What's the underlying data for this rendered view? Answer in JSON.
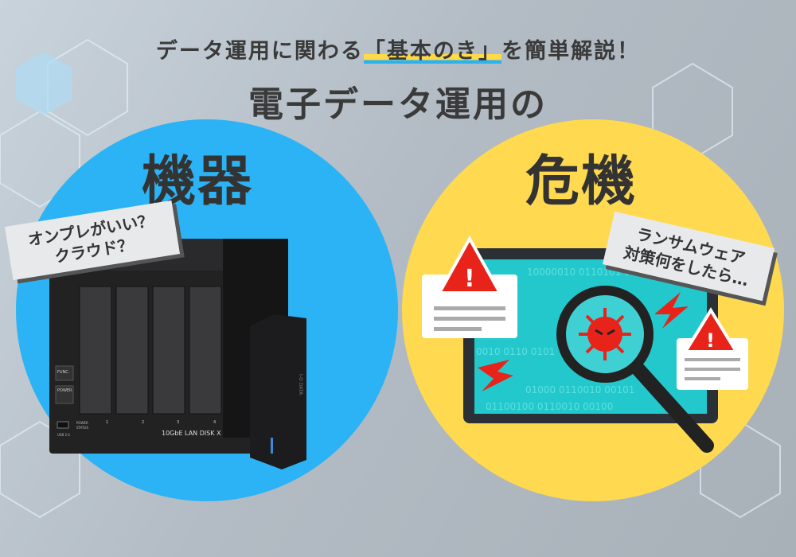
{
  "subtitle": {
    "before": "データ運用に関わる",
    "highlight": "「基本のき」",
    "after": "を簡単解説！"
  },
  "title": "電子データ運用の",
  "left": {
    "heading": "機器",
    "bubble_line1": "オンプレがいい？",
    "bubble_line2": "クラウド？",
    "device": {
      "func_label": "FUNC.",
      "power_label": "POWER",
      "led_power": "POWER",
      "led_status": "STATUS",
      "usb_label": "USB 2.0",
      "brand": "10GbE LAN DISK X",
      "bays": [
        "1",
        "2",
        "3",
        "4"
      ],
      "hdd_brand": "I-O DATA"
    }
  },
  "right": {
    "heading": "危機",
    "bubble_line1": "ランサムウェア",
    "bubble_line2": "対策何をしたら…",
    "binary": [
      "10000010 0110101 01101",
      "0010 0110 0101",
      "01000 0110010 00101",
      "01100100 0110010 00100"
    ]
  },
  "colors": {
    "blue": "#2bb3f5",
    "yellow": "#ffd94f",
    "alert": "#e8231a",
    "screen": "#22c8cc"
  }
}
